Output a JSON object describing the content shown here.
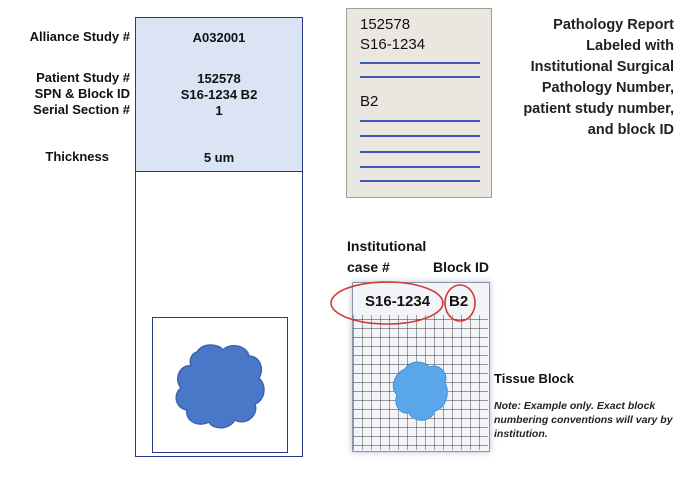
{
  "slide": {
    "labels": {
      "alliance_study": "Alliance Study  #",
      "patient_study": "Patient Study #",
      "spn_block": "SPN & Block ID",
      "serial_section": "Serial Section #",
      "thickness": "Thickness"
    },
    "values": {
      "alliance_study": "A032001",
      "patient_study": "152578",
      "spn_block": "S16-1234 B2",
      "serial_section": "1",
      "thickness": "5 um"
    }
  },
  "report": {
    "line1": "152578",
    "line2": "S16-1234",
    "line3": "B2",
    "caption": [
      "Pathology Report",
      "Labeled with",
      "Institutional Surgical",
      "Pathology Number,",
      "patient study number,",
      "and block ID"
    ]
  },
  "block": {
    "institutional_label_1": "Institutional",
    "institutional_label_2": "case #",
    "block_id_label": "Block ID",
    "case_number": "S16-1234",
    "block_id": "B2",
    "tissue_block_label": "Tissue Block",
    "note": "Note:  Example only. Exact block numbering conventions will vary by institution."
  },
  "colors": {
    "label_fill": "#dbe4f4",
    "slide_border": "#2a3a80",
    "tissue_blue": "#4a78c8",
    "tissue_light_blue": "#5aa6ea",
    "report_bg": "#e9e7e0",
    "report_lines": "#3f5ab8",
    "callout_red": "#d03a3a",
    "grid": "#333333"
  }
}
